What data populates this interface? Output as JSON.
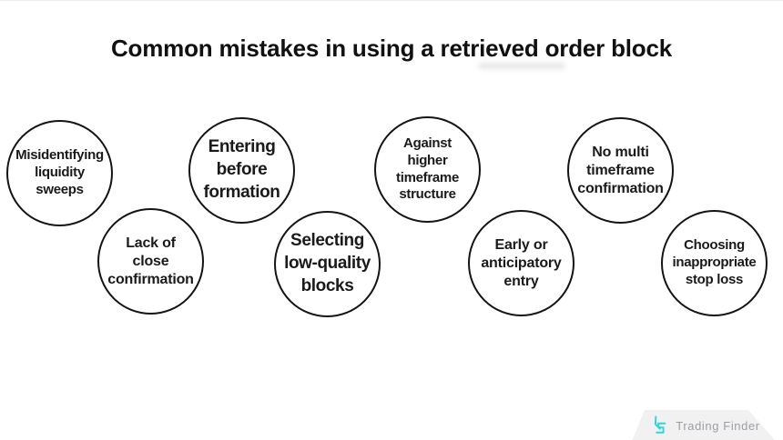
{
  "title": "Common mistakes in using a retrieved order block",
  "bubbles": [
    {
      "label": "Misidentifying\nliquidity\nsweeps"
    },
    {
      "label": "Lack of\nclose\nconfirmation"
    },
    {
      "label": "Entering\nbefore\nformation"
    },
    {
      "label": "Selecting\nlow-quality\nblocks"
    },
    {
      "label": "Against\nhigher\ntimeframe\nstructure"
    },
    {
      "label": "Early or\nanticipatory\nentry"
    },
    {
      "label": "No multi\ntimeframe\nconfirmation"
    },
    {
      "label": "Choosing\ninappropriate\nstop loss"
    }
  ],
  "branding": {
    "logo_text": "Trading Finder",
    "logo_icon": "trading-finder-logo-icon",
    "accent_color": "#35d6da",
    "banner_background": "#f1f1f2",
    "text_color": "#9b9fa3"
  },
  "colors": {
    "background": "#ffffff",
    "circle_stroke": "#141414",
    "title_color": "#111111"
  }
}
